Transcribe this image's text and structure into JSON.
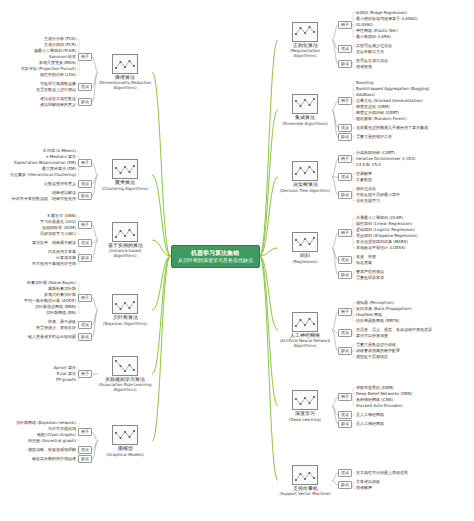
{
  "diagram": {
    "nodes": [
      {
        "text": [
          "机器学习算法集锦",
          "从贝叶斯到深度学习及各自优缺点"
        ]
      },
      {
        "text": [
          "正则化算法",
          "(Regularization Algorithms)"
        ]
      },
      {
        "text": [
          "例子"
        ]
      },
      {
        "text": [
          "优点"
        ]
      },
      {
        "text": [
          "缺点"
        ]
      },
      {
        "text": [
          "集成算法",
          "(Ensemble Algorithms)"
        ]
      },
      {
        "text": [
          "例子"
        ]
      },
      {
        "text": [
          "优点"
        ]
      },
      {
        "text": [
          "缺点"
        ]
      },
      {
        "text": [
          "决策树算法",
          "(Decision Tree Algorithm)"
        ]
      },
      {
        "text": [
          "例子"
        ]
      },
      {
        "text": [
          "优点"
        ]
      },
      {
        "text": [
          "缺点"
        ]
      },
      {
        "text": [
          "回归",
          "(Regression)"
        ]
      },
      {
        "text": [
          "例子"
        ]
      },
      {
        "text": [
          "优点"
        ]
      },
      {
        "text": [
          "缺点"
        ]
      },
      {
        "text": [
          "人工神经网络",
          "(Artificial Neural Network Algorithms)"
        ]
      },
      {
        "text": [
          "例子"
        ]
      },
      {
        "text": [
          "优点"
        ]
      },
      {
        "text": [
          "缺点"
        ]
      },
      {
        "text": [
          "深度学习",
          "(Deep Learning)"
        ]
      },
      {
        "text": [
          "例子"
        ]
      },
      {
        "text": [
          "优点"
        ]
      },
      {
        "text": [
          "缺点"
        ]
      },
      {
        "text": [
          "支持向量机",
          "(Support Vector Machine)"
        ]
      },
      {
        "text": [
          "优点"
        ]
      },
      {
        "text": [
          "缺点"
        ]
      },
      {
        "text": [
          "降维算法",
          "(Dimensionality Reduction Algorithms)"
        ]
      },
      {
        "text": [
          "例子"
        ]
      },
      {
        "text": [
          "优点"
        ]
      },
      {
        "text": [
          "缺点"
        ]
      },
      {
        "text": [
          "聚类算法",
          "(Clustering Algorithms)"
        ]
      },
      {
        "text": [
          "例子"
        ]
      },
      {
        "text": [
          "优点"
        ]
      },
      {
        "text": [
          "缺点"
        ]
      },
      {
        "text": [
          "基于实例的算法",
          "(Instance-based Algorithms)"
        ]
      },
      {
        "text": [
          "例子"
        ]
      },
      {
        "text": [
          "优点"
        ]
      },
      {
        "text": [
          "缺点"
        ]
      },
      {
        "text": [
          "贝叶斯算法",
          "(Bayesian Algorithms)"
        ]
      },
      {
        "text": [
          "例子"
        ]
      },
      {
        "text": [
          "优点"
        ]
      },
      {
        "text": [
          "缺点"
        ]
      },
      {
        "text": [
          "关联规则学习算法",
          "(Association Rule Learning Algorithms)"
        ]
      },
      {
        "text": [
          "例子"
        ]
      },
      {
        "text": [
          "图模型",
          "(Graphical Models)"
        ]
      },
      {
        "text": [
          "例子"
        ]
      },
      {
        "text": [
          "优点"
        ]
      },
      {
        "text": [
          "缺点"
        ]
      }
    ],
    "edges": [
      {
        "from": 0,
        "to": 1,
        "arrow": "none"
      },
      {
        "from": 1,
        "to": 2,
        "arrow": "none"
      },
      {
        "from": 1,
        "to": 3,
        "arrow": "none"
      },
      {
        "from": 1,
        "to": 4,
        "arrow": "none"
      },
      {
        "from": 0,
        "to": 5,
        "arrow": "none"
      },
      {
        "from": 5,
        "to": 6,
        "arrow": "none"
      },
      {
        "from": 5,
        "to": 7,
        "arrow": "none"
      },
      {
        "from": 5,
        "to": 8,
        "arrow": "none"
      },
      {
        "from": 0,
        "to": 9,
        "arrow": "none"
      },
      {
        "from": 9,
        "to": 10,
        "arrow": "none"
      },
      {
        "from": 9,
        "to": 11,
        "arrow": "none"
      },
      {
        "from": 9,
        "to": 12,
        "arrow": "none"
      },
      {
        "from": 0,
        "to": 13,
        "arrow": "none"
      },
      {
        "from": 13,
        "to": 14,
        "arrow": "none"
      },
      {
        "from": 13,
        "to": 15,
        "arrow": "none"
      },
      {
        "from": 13,
        "to": 16,
        "arrow": "none"
      },
      {
        "from": 0,
        "to": 17,
        "arrow": "none"
      },
      {
        "from": 17,
        "to": 18,
        "arrow": "none"
      },
      {
        "from": 17,
        "to": 19,
        "arrow": "none"
      },
      {
        "from": 17,
        "to": 20,
        "arrow": "none"
      },
      {
        "from": 0,
        "to": 21,
        "arrow": "none"
      },
      {
        "from": 21,
        "to": 22,
        "arrow": "none"
      },
      {
        "from": 21,
        "to": 23,
        "arrow": "none"
      },
      {
        "from": 21,
        "to": 24,
        "arrow": "none"
      },
      {
        "from": 0,
        "to": 25,
        "arrow": "none"
      },
      {
        "from": 25,
        "to": 26,
        "arrow": "none"
      },
      {
        "from": 25,
        "to": 27,
        "arrow": "none"
      },
      {
        "from": 0,
        "to": 28,
        "arrow": "none"
      },
      {
        "from": 28,
        "to": 29,
        "arrow": "none"
      },
      {
        "from": 28,
        "to": 30,
        "arrow": "none"
      },
      {
        "from": 28,
        "to": 31,
        "arrow": "none"
      },
      {
        "from": 0,
        "to": 32,
        "arrow": "none"
      },
      {
        "from": 32,
        "to": 33,
        "arrow": "none"
      },
      {
        "from": 32,
        "to": 34,
        "arrow": "none"
      },
      {
        "from": 32,
        "to": 35,
        "arrow": "none"
      },
      {
        "from": 0,
        "to": 36,
        "arrow": "none"
      },
      {
        "from": 36,
        "to": 37,
        "arrow": "none"
      },
      {
        "from": 36,
        "to": 38,
        "arrow": "none"
      },
      {
        "from": 36,
        "to": 39,
        "arrow": "none"
      },
      {
        "from": 0,
        "to": 40,
        "arrow": "none"
      },
      {
        "from": 40,
        "to": 41,
        "arrow": "none"
      },
      {
        "from": 40,
        "to": 42,
        "arrow": "none"
      },
      {
        "from": 40,
        "to": 43,
        "arrow": "none"
      },
      {
        "from": 0,
        "to": 44,
        "arrow": "none"
      },
      {
        "from": 44,
        "to": 45,
        "arrow": "none"
      },
      {
        "from": 0,
        "to": 46,
        "arrow": "none"
      },
      {
        "from": 46,
        "to": 47,
        "arrow": "none"
      },
      {
        "from": 46,
        "to": 48,
        "arrow": "none"
      },
      {
        "from": 46,
        "to": 49,
        "arrow": "none"
      }
    ],
    "labels": [
      "岭回归 (Ridge Regression)",
      "最小绝对收缩与选择算子 (LASSO)",
      "GLASSO",
      "弹性网络 (Elastic Net)",
      "最小角回归 (LARS)",
      "其惩罚会减少过拟合",
      "总会有解决方法",
      "惩罚会造成欠拟合",
      "很难校准",
      "Boosting",
      "Bootstrapped Aggregation (Bagging)",
      "AdaBoost",
      "层叠泛化 (Stacked Generalization)",
      "梯度推进机 (GBM)",
      "梯度提升回归树 (GBRT)",
      "随机森林 (Random Forest)",
      "当前最先进的预测几乎都使用了算法集成",
      "需要大量的维护工作",
      "分类和回归树 (CART)",
      "Iterative Dichotomiser 3 (ID3)",
      "C4.5 和 C5.0",
      "容易解释",
      "非参数型",
      "趋向过拟合",
      "可能会陷于局部最小值中",
      "没有在线学习",
      "普通最小二乘回归 (OLSR)",
      "线性回归 (Linear Regression)",
      "逻辑回归 (Logistic Regression)",
      "逐步回归 (Stepwise Regression)",
      "多元自适应回归样条 (MARS)",
      "本地散点平滑估计 (LOESS)",
      "直接、快速",
      "知名度高",
      "要求严格的假设",
      "需要处理异常值",
      "感知器 (Perceptron)",
      "反向传播 (Back-Propagation)",
      "Hopfield 网络",
      "径向基函数网络 (RBFN)",
      "在语音、语义、视觉、各类游戏中表现优异",
      "算法可以快速调整",
      "需要大量数据进行训练",
      "训练要求很高的硬件配置",
      "模型处于黑箱状态",
      "深玻耳兹曼机 (DBM)",
      "Deep Belief Networks (DBN)",
      "卷积神经网络 (CNN)",
      "Stacked Auto-Encoders",
      "见人工神经网络",
      "见人工神经网络",
      "在非线性可分问题上表现优秀",
      "非常难以训练",
      "很难解释",
      "主成分分析 (PCA)",
      "主成分回归 (PCR)",
      "偏最小二乘回归 (PLSR)",
      "Sammon 映射",
      "多维尺度变换 (MDS)",
      "投影寻踪 (Projection Pursuit)",
      "线性判别分析 (LDA)",
      "可处理大规模数据集",
      "无需在数据上进行假设",
      "难以搞定非线性数据",
      "难以理解结果的意义",
      "K-均值 (k-Means)",
      "k-Medians 算法",
      "Expectation Maximization (EM)",
      "最大期望算法 (EM)",
      "分层集群 (Hierarchical Clustering)",
      "让数据变得有意义",
      "结果难以解读",
      "针对不寻常的数据组，结果可能无用",
      "K 最近邻 (kNN)",
      "学习向量量化 (LVQ)",
      "自组织映射 (SOM)",
      "局部加权学习 (LWL)",
      "算法简单、结果易于解读",
      "内存使用非常高",
      "计算成本高",
      "不可能用于高维特征空间",
      "朴素贝叶斯 (Naive Bayes)",
      "高斯朴素贝叶斯",
      "多项式朴素贝叶斯",
      "平均一致依赖估计器 (AODE)",
      "贝叶斯信念网络 (BBN)",
      "贝叶斯网络 (BN)",
      "快速、易于训练",
      "所需资源少、表现良好",
      "输入变量相关时会出现问题",
      "Apriori 算法",
      "Eclat 算法",
      "FP-growth",
      "贝叶斯网络 (Bayesian network)",
      "马尔可夫随机域",
      "链图 (Chain Graphs)",
      "祖先图 (Ancestral graph)",
      "模型清晰，能被直观地理解",
      "确定其依赖的拓扑很困难"
    ]
  }
}
